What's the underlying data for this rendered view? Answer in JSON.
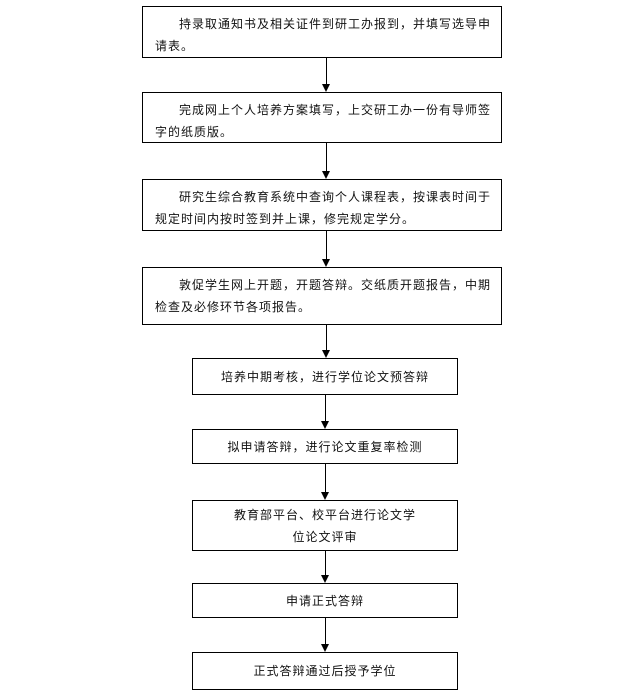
{
  "flow_steps": [
    "持录取通知书及相关证件到研工办报到，并填写选导申请表。",
    "完成网上个人培养方案填写，上交研工办一份有导师签字的纸质版。",
    "研究生综合教育系统中查询个人课程表，按课表时间于规定时间内按时签到并上课，修完规定学分。",
    "敦促学生网上开题，开题答辩。交纸质开题报告，中期检查及必修环节各项报告。",
    "培养中期考核，进行学位论文预答辩",
    "拟申请答辩，进行论文重复率检测",
    "教育部平台、校平台进行论文学位论文评审",
    "申请正式答辩",
    "正式答辩通过后授予学位"
  ]
}
